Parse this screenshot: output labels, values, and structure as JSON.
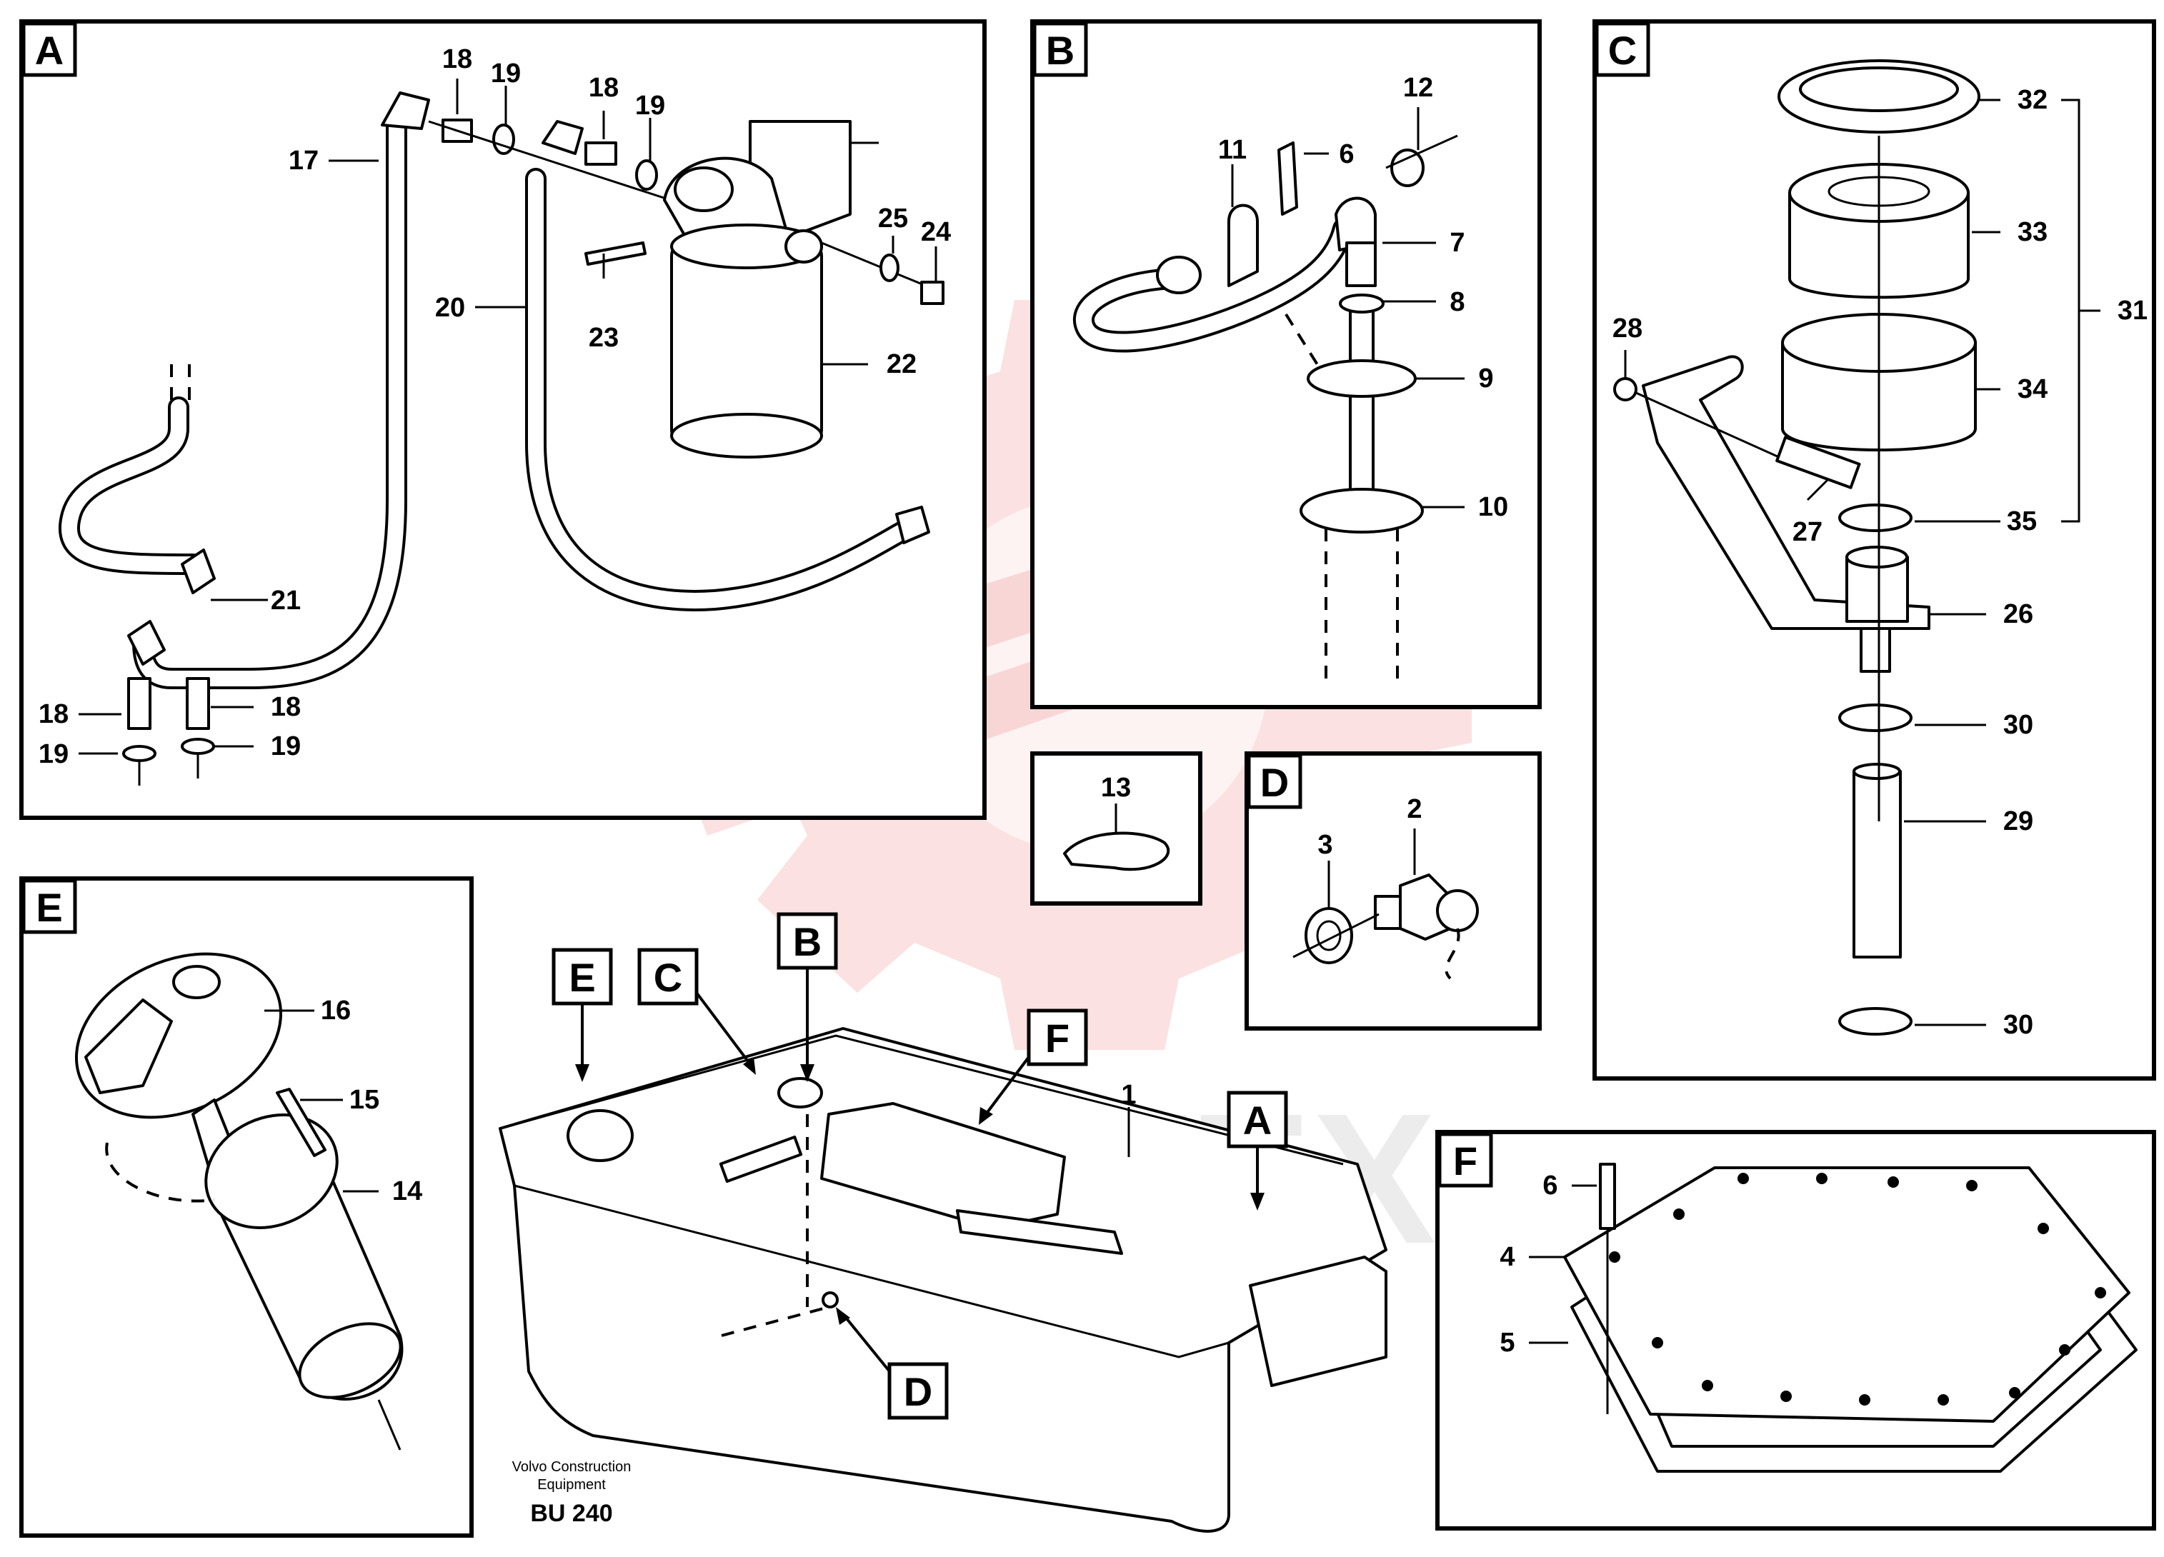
{
  "watermark_text": "ИНТЕХ",
  "panels": {
    "A": {
      "label": "A",
      "callouts": [
        "17",
        "18",
        "19",
        "18",
        "19",
        "20",
        "21",
        "22",
        "23",
        "24",
        "25",
        "18",
        "19",
        "18",
        "19"
      ]
    },
    "B": {
      "label": "B",
      "callouts": [
        "11",
        "6",
        "12",
        "7",
        "8",
        "9",
        "10"
      ]
    },
    "C": {
      "label": "C",
      "callouts": [
        "32",
        "33",
        "31",
        "28",
        "34",
        "27",
        "35",
        "26",
        "30",
        "29",
        "30"
      ]
    },
    "D": {
      "label": "D",
      "callouts": [
        "3",
        "2"
      ]
    },
    "E": {
      "label": "E",
      "callouts": [
        "16",
        "15",
        "14"
      ]
    },
    "F": {
      "label": "F",
      "callouts": [
        "6",
        "4",
        "5"
      ]
    },
    "clip": {
      "callouts": [
        "13"
      ]
    }
  },
  "overview": {
    "pointers": [
      "E",
      "C",
      "B",
      "F",
      "A",
      "D"
    ],
    "callouts": [
      "1"
    ]
  },
  "footer": {
    "line1": "Volvo Construction",
    "line2": "Equipment",
    "code": "BU 240"
  }
}
